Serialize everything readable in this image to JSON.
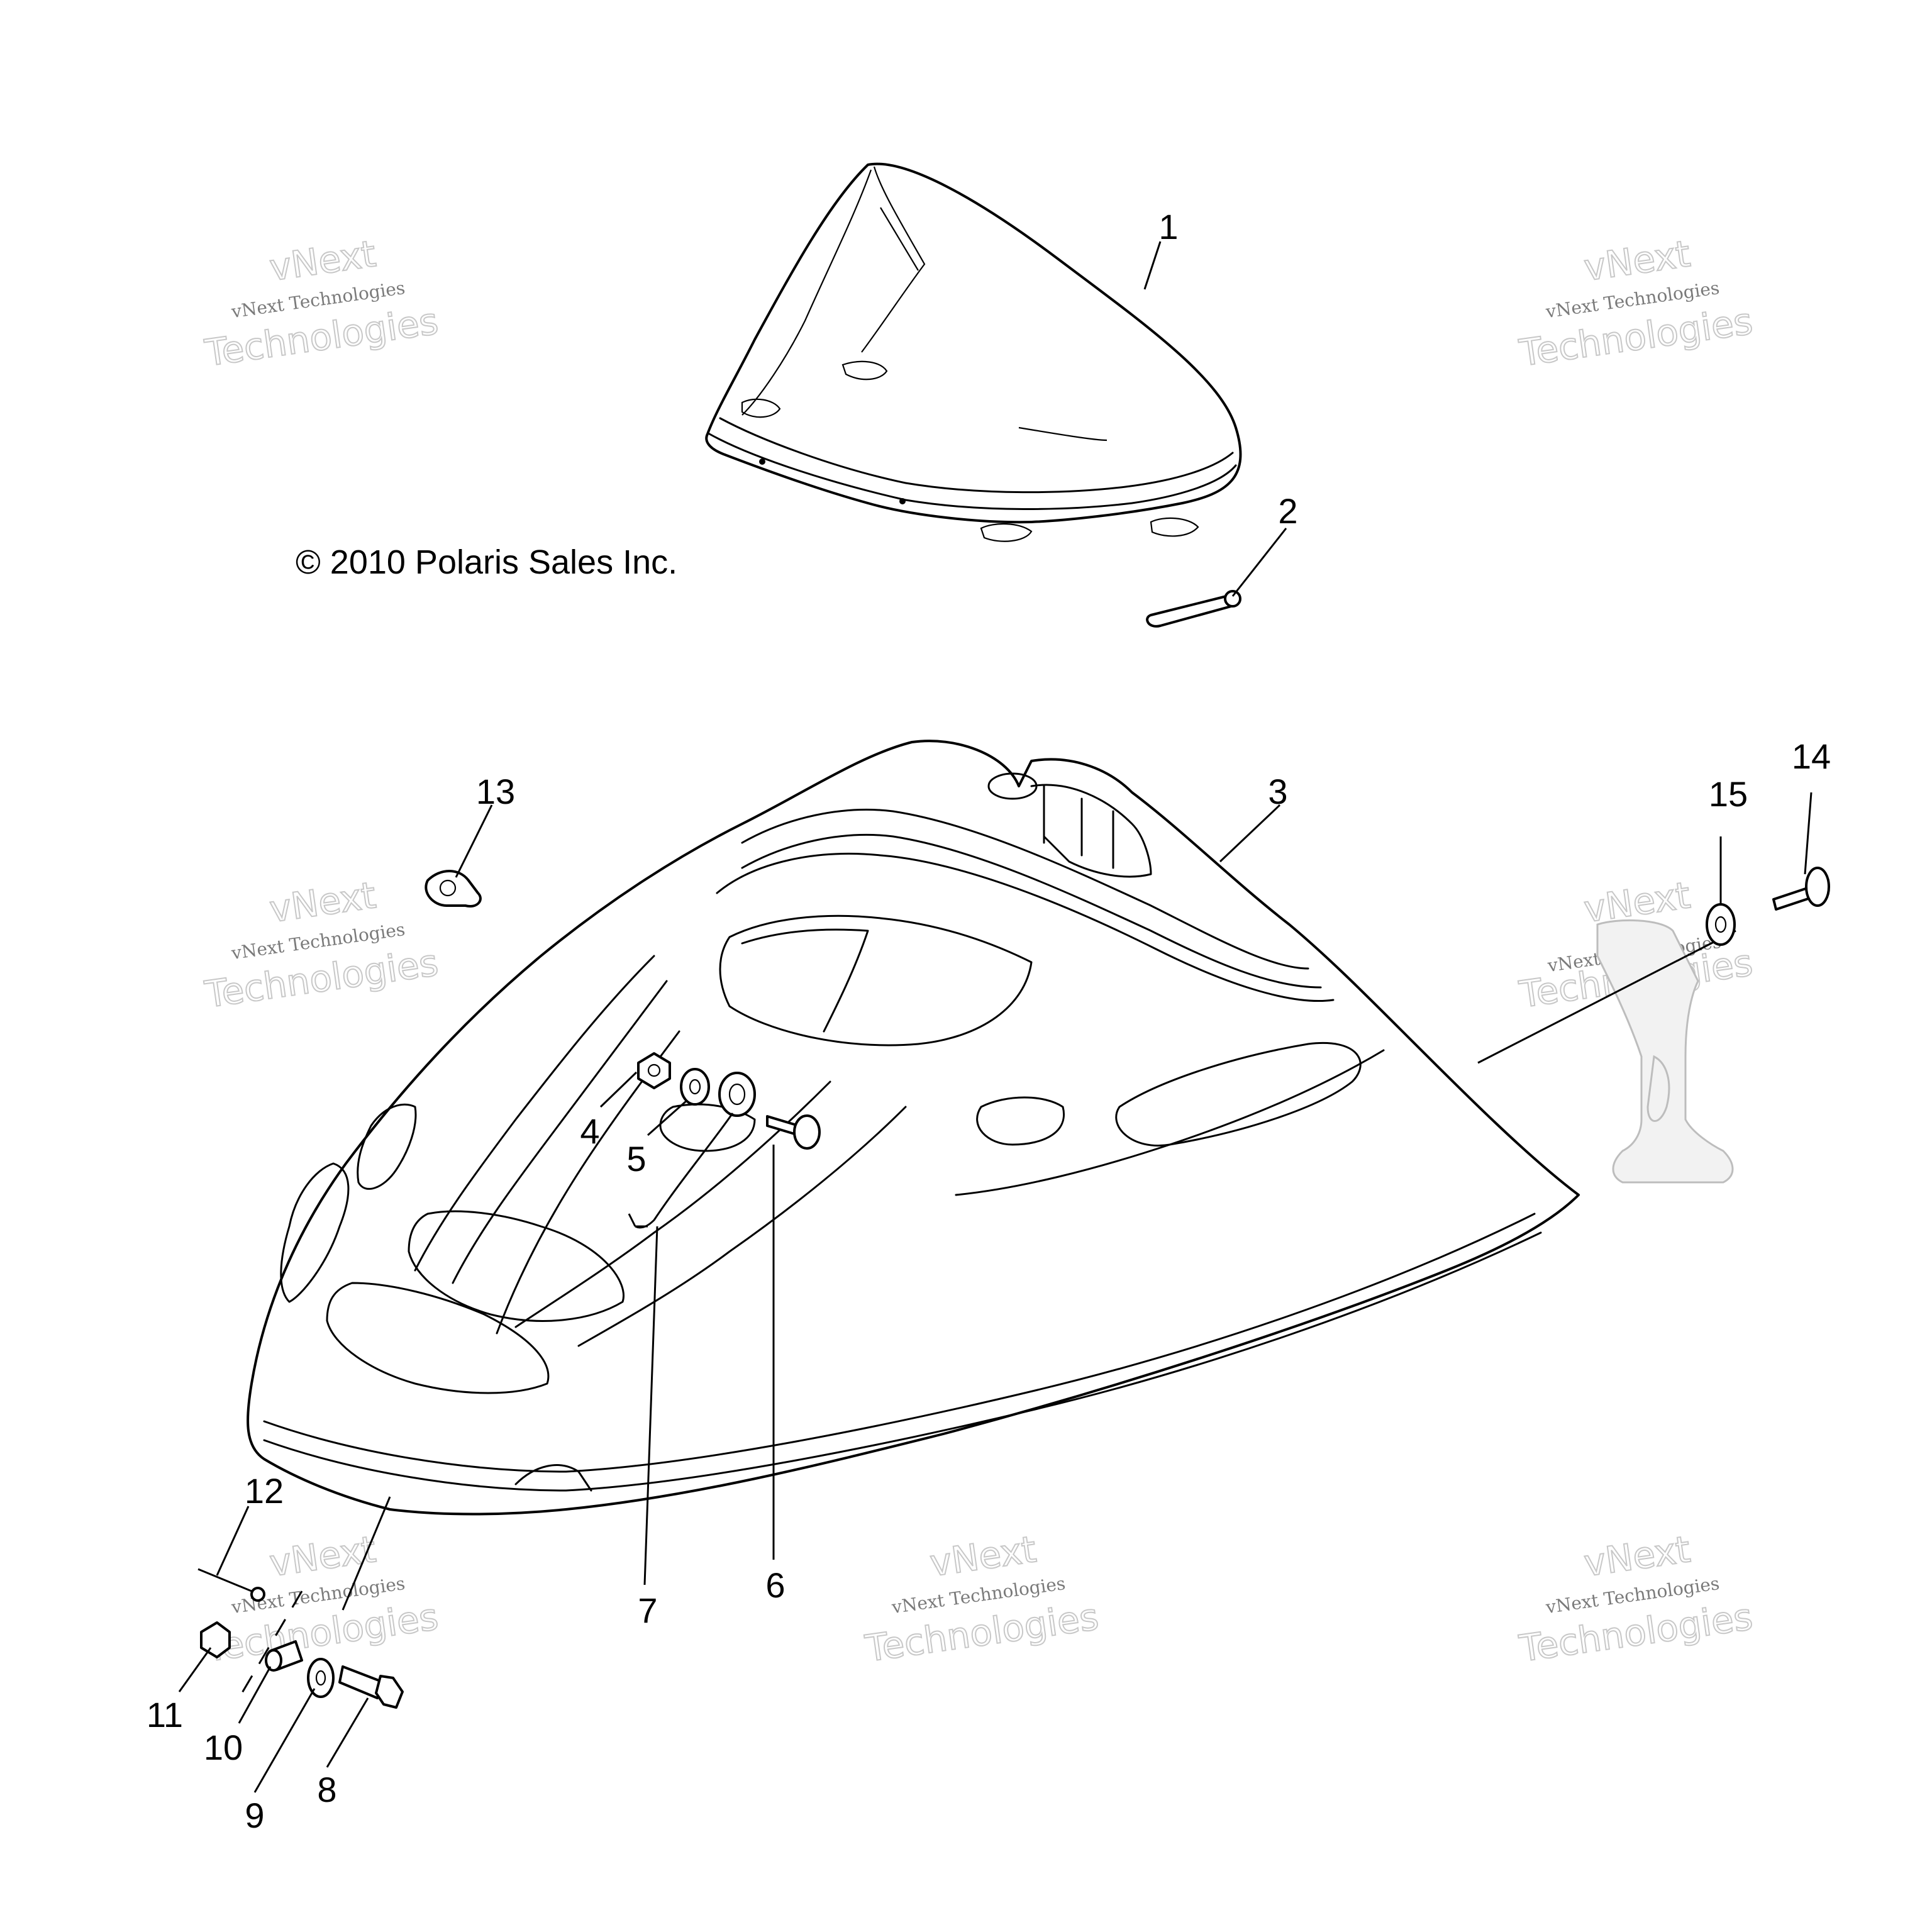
{
  "copyright": "© 2010 Polaris Sales Inc.",
  "watermark": {
    "line1": "vNext Technologies",
    "line2_top": "vNext",
    "line2_bottom": "Technologies"
  },
  "callouts": {
    "c1": "1",
    "c2": "2",
    "c3": "3",
    "c4": "4",
    "c5": "5",
    "c6": "6",
    "c7": "7",
    "c8": "8",
    "c9": "9",
    "c10": "10",
    "c11": "11",
    "c12": "12",
    "c13": "13",
    "c14": "14",
    "c15": "15"
  }
}
